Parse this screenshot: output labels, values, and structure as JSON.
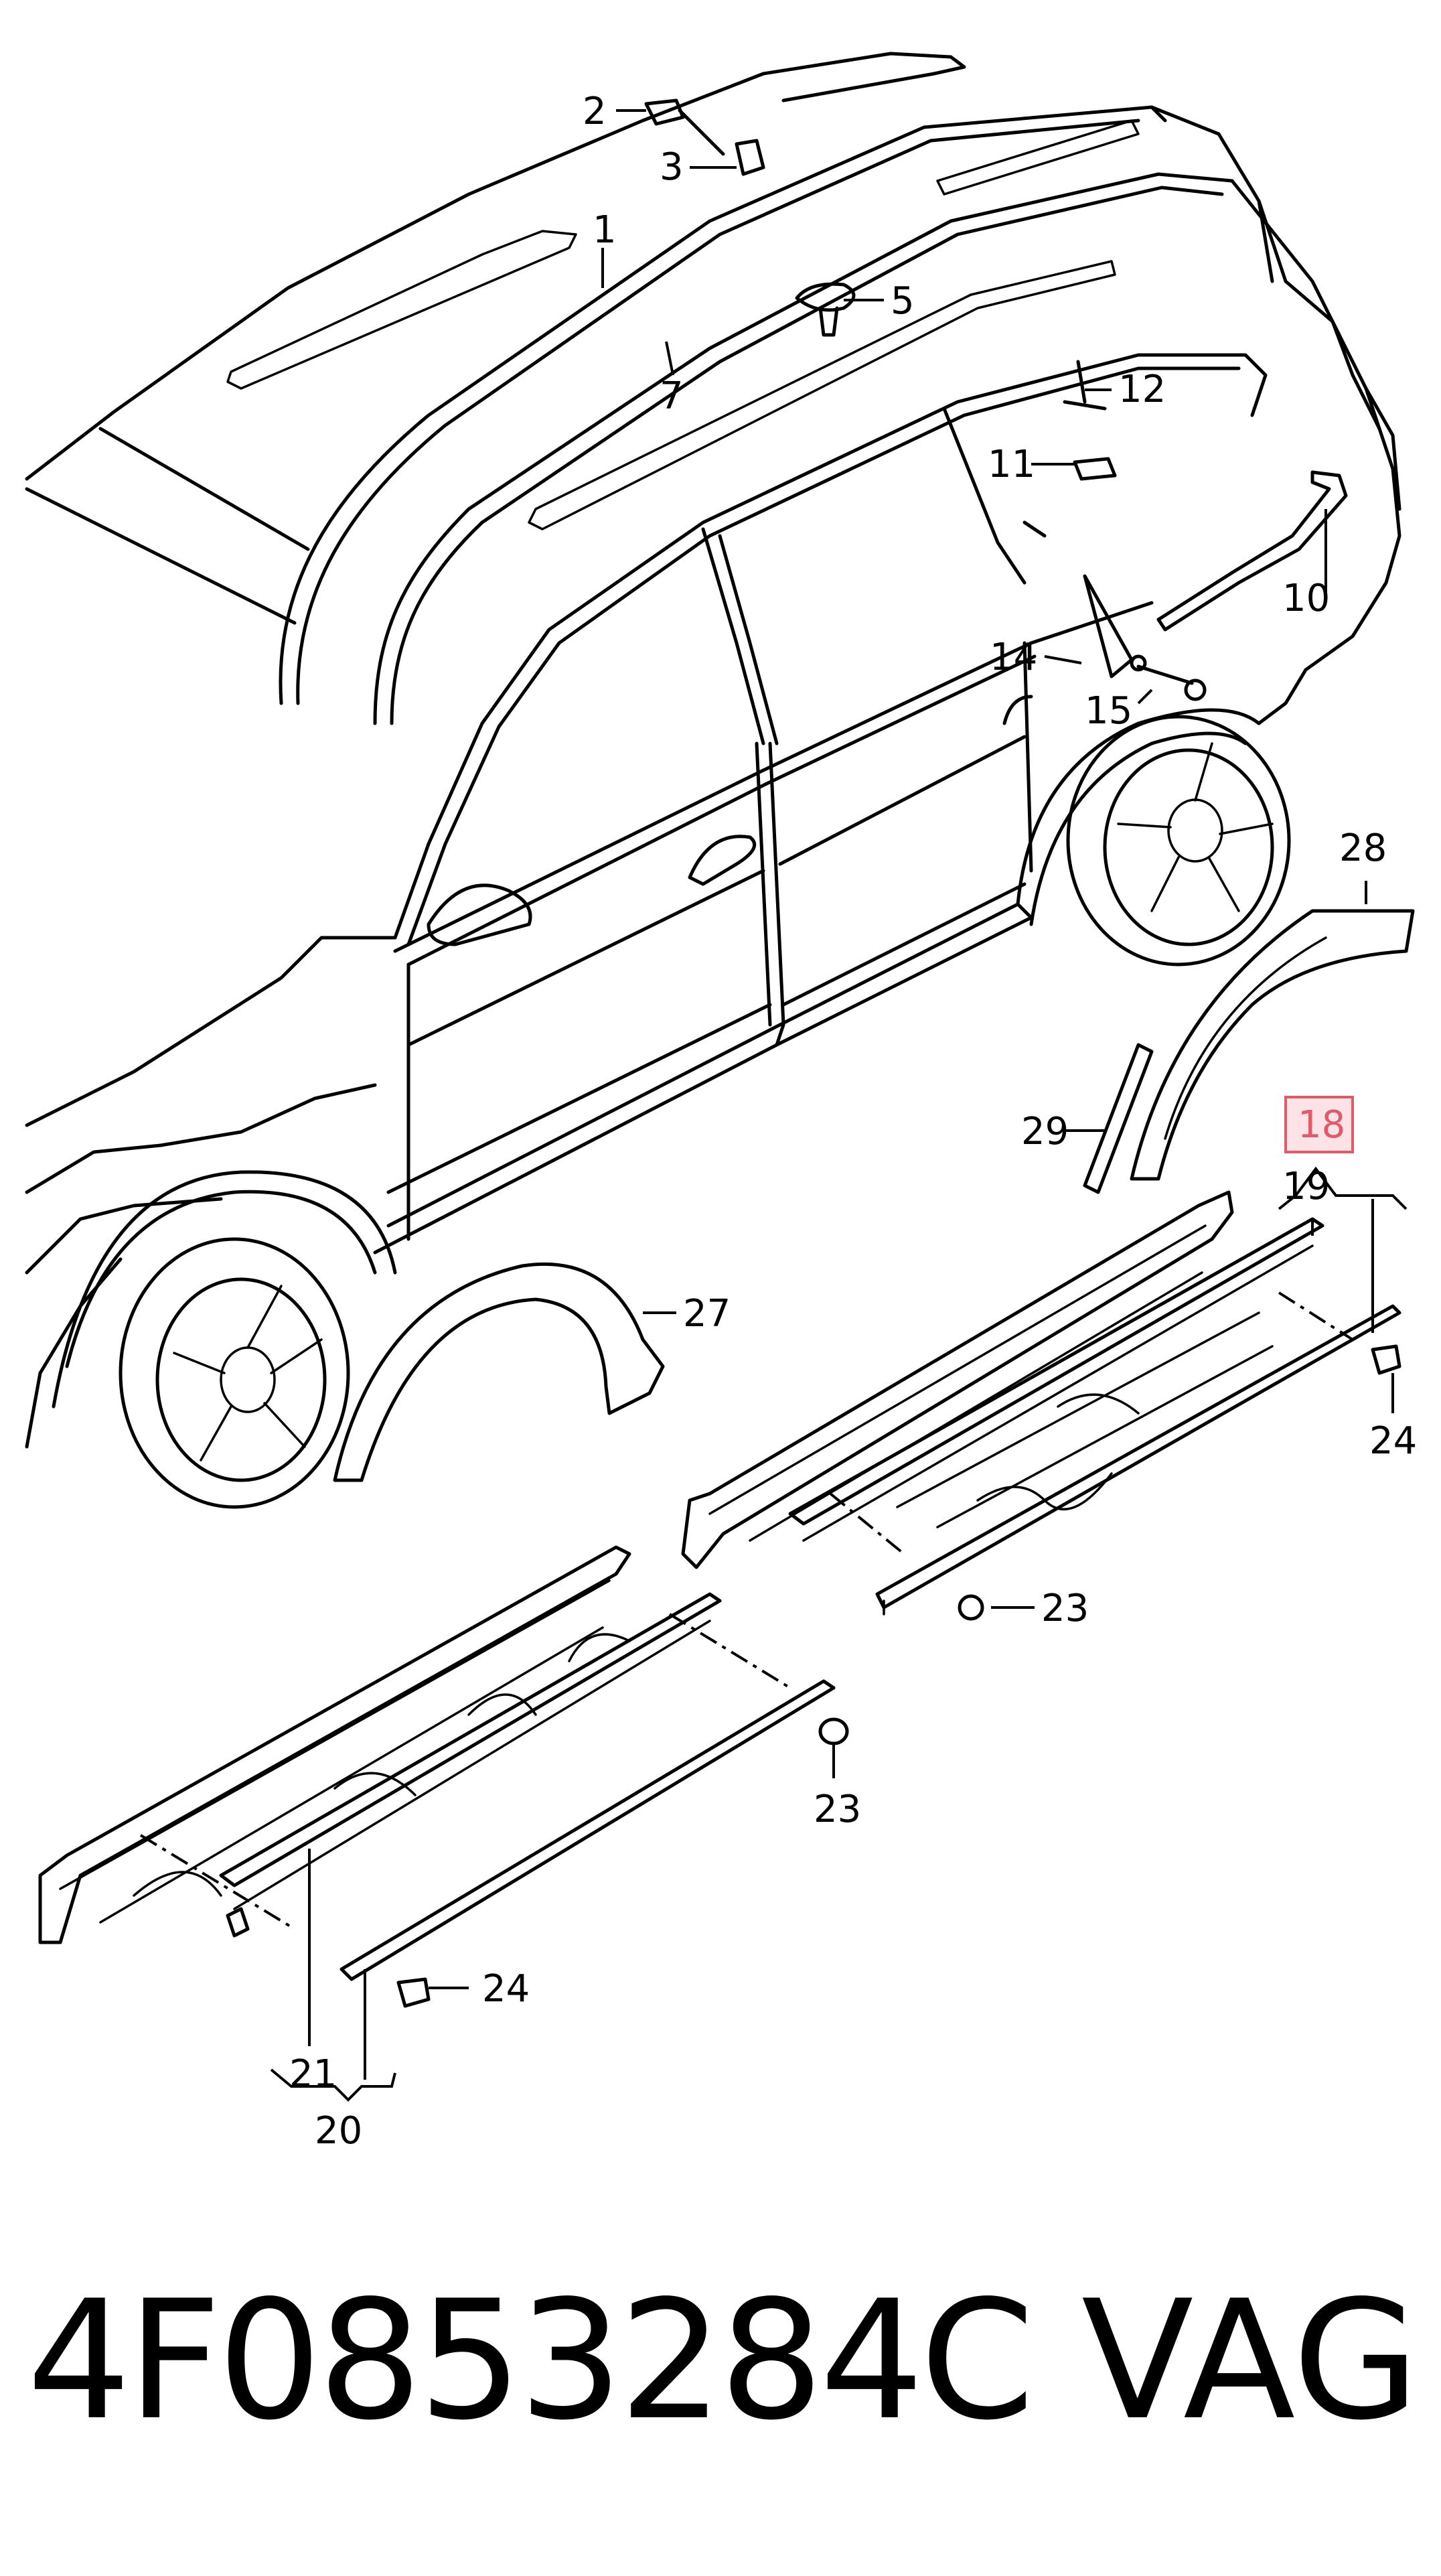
{
  "diagram": {
    "callouts": {
      "c1": "1",
      "c2": "2",
      "c3": "3",
      "c5": "5",
      "c7": "7",
      "c10": "10",
      "c11": "11",
      "c12": "12",
      "c14": "14",
      "c15": "15",
      "c18": "18",
      "c19": "19",
      "c20": "20",
      "c21": "21",
      "c23a": "23",
      "c23b": "23",
      "c24a": "24",
      "c24b": "24",
      "c27": "27",
      "c28": "28",
      "c29": "29"
    },
    "highlighted_callout": "18",
    "highlight_color": "#e05a6a"
  },
  "footer": {
    "part_number": "4F0853284C",
    "brand": "VAG"
  }
}
